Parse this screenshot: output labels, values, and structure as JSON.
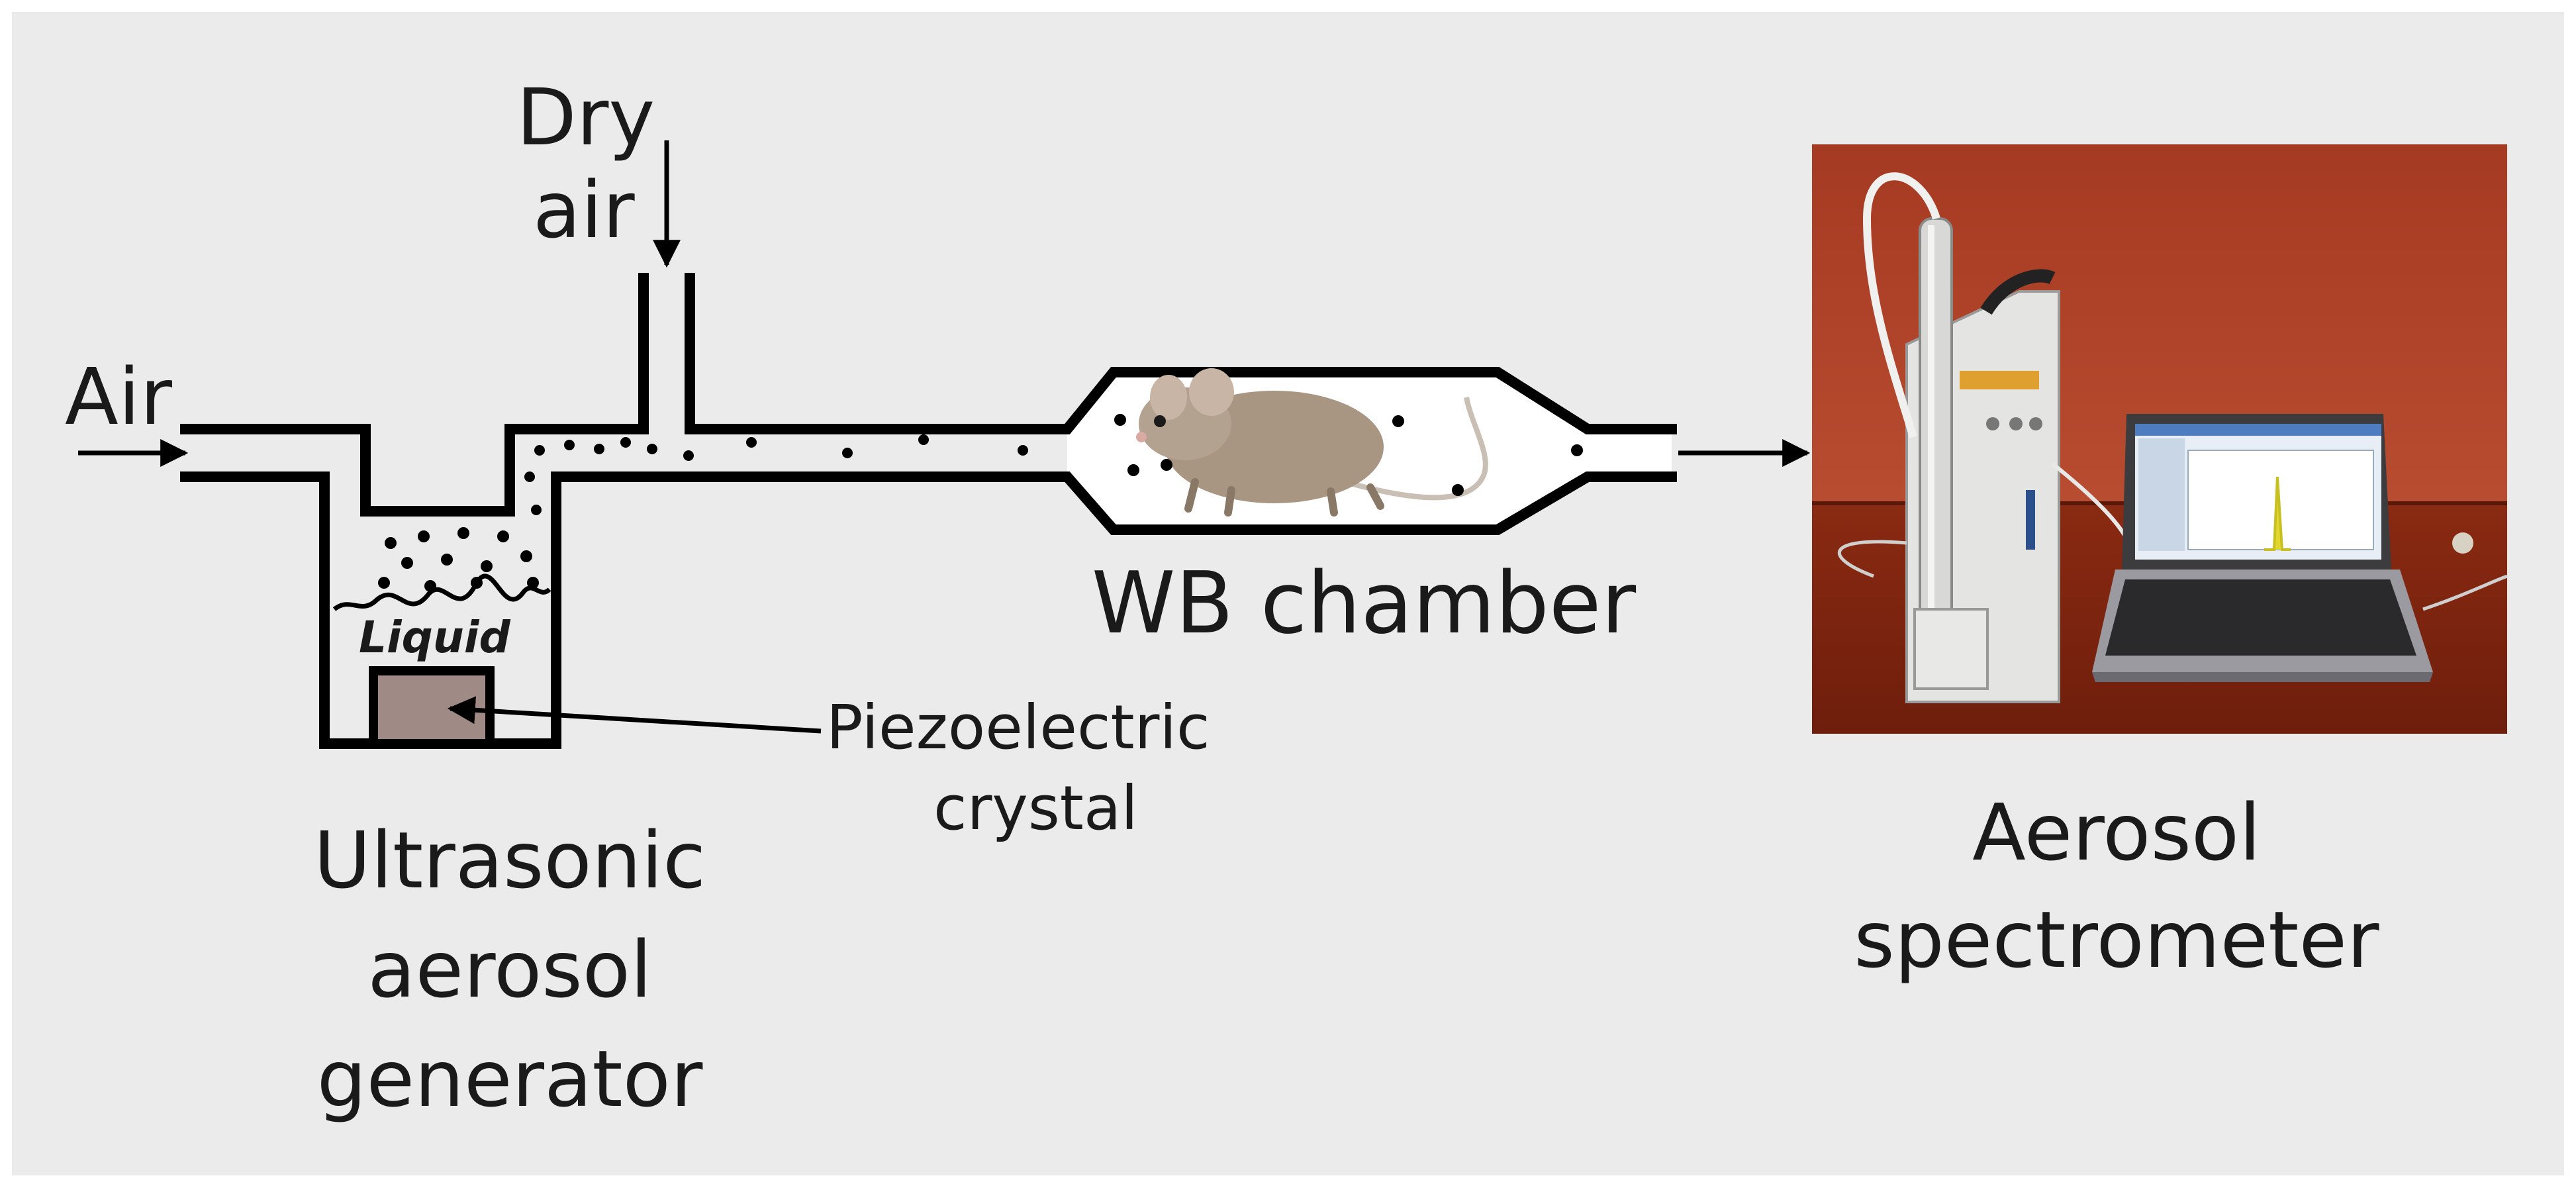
{
  "labels": {
    "air": "Air",
    "dry_air_line1": "Dry",
    "dry_air_line2": "air",
    "liquid": "Liquid",
    "piezo_line1": "Piezoelectric",
    "piezo_line2": "crystal",
    "generator_line1": "Ultrasonic",
    "generator_line2": "aerosol",
    "generator_line3": "generator",
    "chamber": "WB chamber",
    "spectrometer_line1": "Aerosol",
    "spectrometer_line2": "spectrometer"
  },
  "icons": {
    "animal": "mouse-icon",
    "instrument": "aerosol-spectrometer-photo",
    "computer": "laptop-icon"
  },
  "colors": {
    "background": "#ebebeb",
    "crystal": "#a08a86",
    "mouse": "#a89682",
    "photo_wall": "#b8472c",
    "photo_table": "#8c2f16"
  }
}
